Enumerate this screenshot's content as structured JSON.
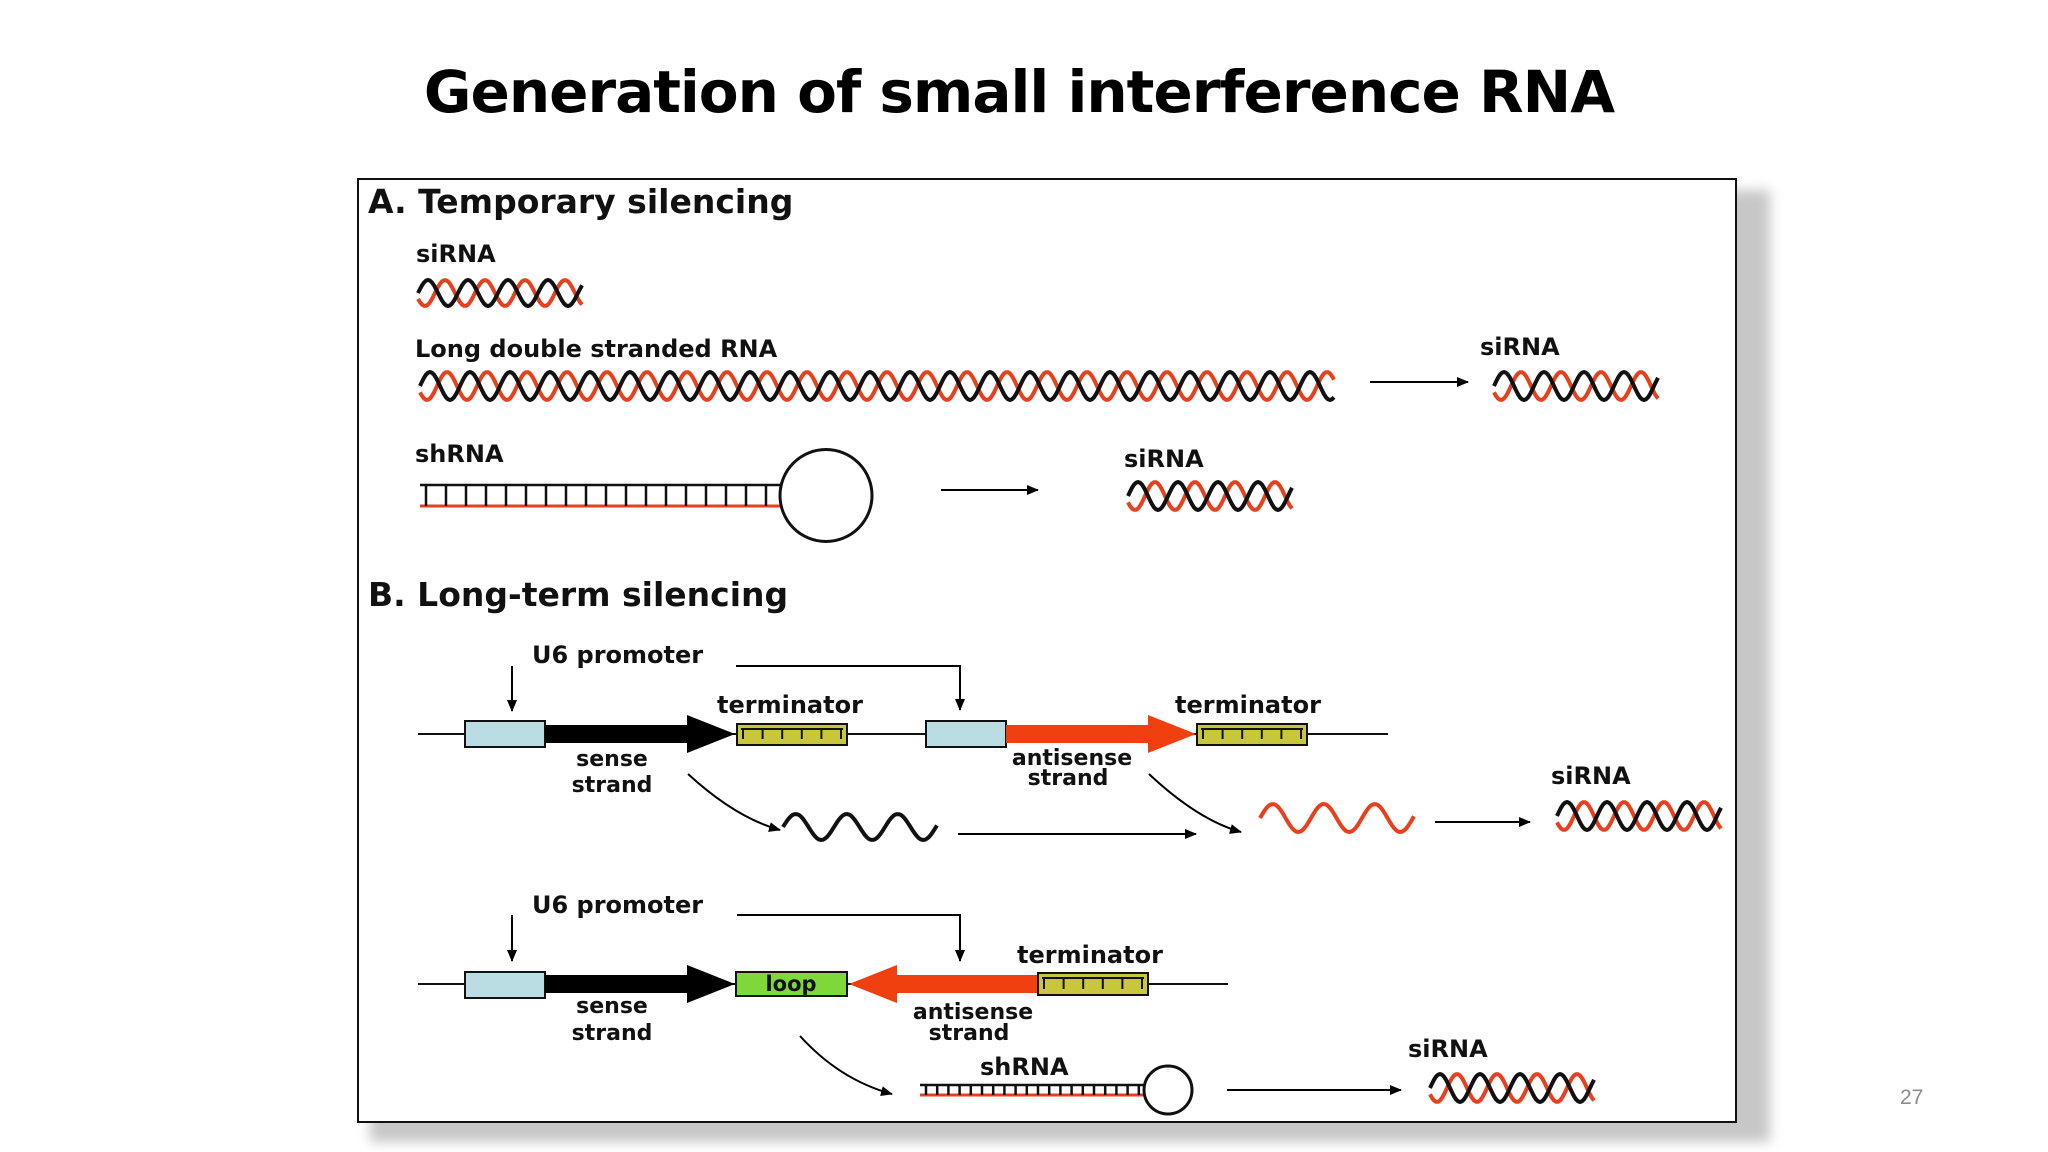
{
  "slide": {
    "title": "Generation of small interference RNA",
    "page_number": "27"
  },
  "colors": {
    "strand_black": "#111111",
    "strand_red": "#e8401c",
    "promoter_box": "#b9dde3",
    "terminator_box": "#c8c63a",
    "loop_box": "#7ed83a",
    "sense_arrow": "#000000",
    "antisense_arrow": "#f0400f"
  },
  "figure": {
    "section_a": {
      "heading": "A. Temporary silencing",
      "sirna_label": "siRNA",
      "long_dsrna_label": "Long double stranded RNA",
      "long_dsrna_product_label": "siRNA",
      "shrna_label": "shRNA",
      "shrna_product_label": "siRNA"
    },
    "section_b": {
      "heading": "B. Long-term silencing",
      "construct_1": {
        "promoter_label": "U6 promoter",
        "terminator_1_label": "terminator",
        "terminator_2_label": "terminator",
        "sense_label_line1": "sense",
        "sense_label_line2": "strand",
        "antisense_label_line1": "antisense",
        "antisense_label_line2": "strand",
        "product_label": "siRNA"
      },
      "construct_2": {
        "promoter_label": "U6 promoter",
        "loop_label": "loop",
        "terminator_label": "terminator",
        "sense_label_line1": "sense",
        "sense_label_line2": "strand",
        "antisense_label_line1": "antisense",
        "antisense_label_line2": "strand",
        "shrna_label": "shRNA",
        "product_label": "siRNA"
      }
    }
  }
}
